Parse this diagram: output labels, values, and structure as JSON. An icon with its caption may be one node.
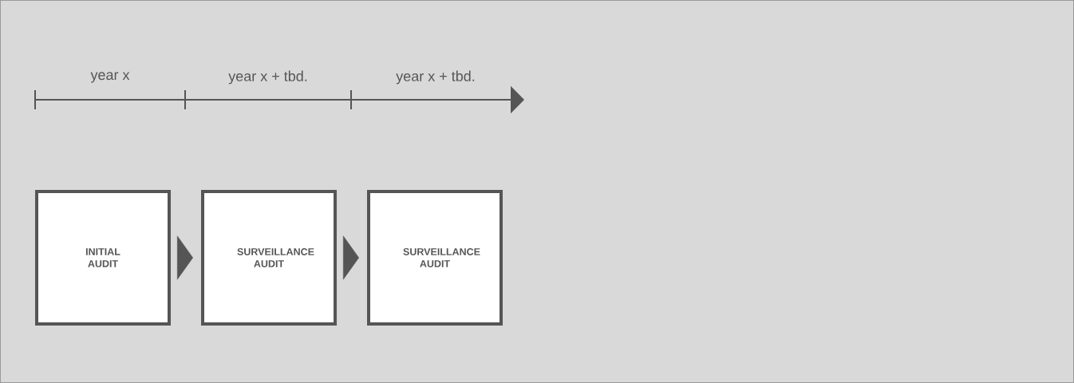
{
  "diagram": {
    "nodes": [
      {
        "text": [
          "INITIAL AUDIT"
        ]
      },
      {
        "text": [
          "SURVEILLANCE AUDIT"
        ]
      },
      {
        "text": [
          "SURVEILLANCE AUDIT"
        ]
      }
    ],
    "edges": [
      {
        "from": 0,
        "to": 1,
        "arrow": "to"
      },
      {
        "from": 1,
        "to": 2,
        "arrow": "to"
      }
    ],
    "labels": [
      "year x",
      "year x + tbd.",
      "year x + tbd."
    ]
  }
}
